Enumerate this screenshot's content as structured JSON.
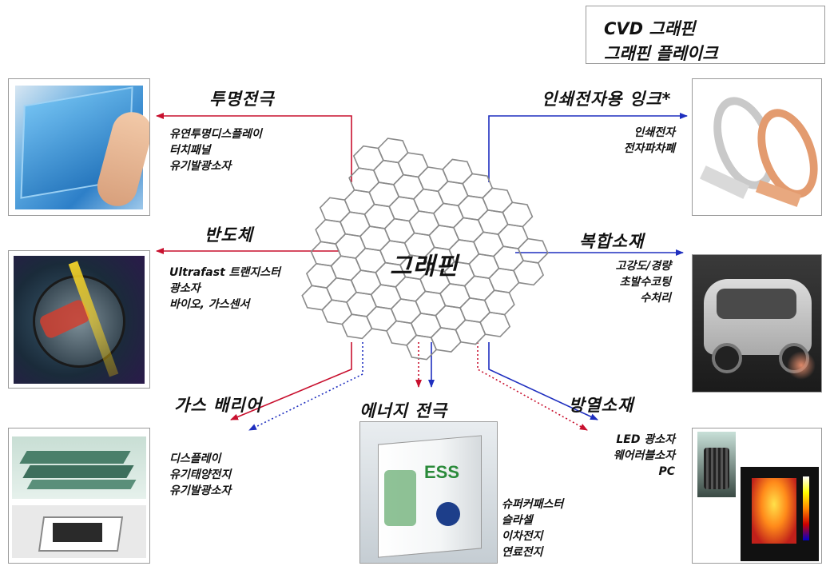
{
  "legend": {
    "cvd_label": "CVD 그래핀",
    "flake_label": "그래핀 플레이크",
    "cvd_color": "#c8102e",
    "flake_color": "#1f2fbf"
  },
  "center": {
    "label": "그래핀"
  },
  "applications": [
    {
      "id": "transparent-electrode",
      "title": "투명전극",
      "items": [
        "유연투명디스플레이",
        "터치패널",
        "유기발광소자"
      ]
    },
    {
      "id": "semiconductor",
      "title": "반도체",
      "items": [
        "Ultrafast 트랜지스터",
        "광소자",
        "바이오, 가스센서"
      ]
    },
    {
      "id": "gas-barrier",
      "title": "가스 배리어",
      "items": [
        "디스플레이",
        "유기태양전지",
        "유기발광소자"
      ]
    },
    {
      "id": "energy-electrode",
      "title": "에너지 전극",
      "items": [
        "슈퍼커패스터",
        "슬라셀",
        "이차전지",
        "연료전지"
      ]
    },
    {
      "id": "heat-dissipation",
      "title": "방열소재",
      "items": [
        "LED 광소자",
        "웨어러블소자",
        "PC"
      ]
    },
    {
      "id": "composite",
      "title": "복합소재",
      "items": [
        "고강도/경량",
        "초발수코팅",
        "수처리"
      ]
    },
    {
      "id": "printed-ink",
      "title": "인쇄전자용 잉크*",
      "items": [
        "인쇄전자",
        "전자파차폐"
      ]
    }
  ],
  "photos": {
    "ess_text": "ESS"
  }
}
